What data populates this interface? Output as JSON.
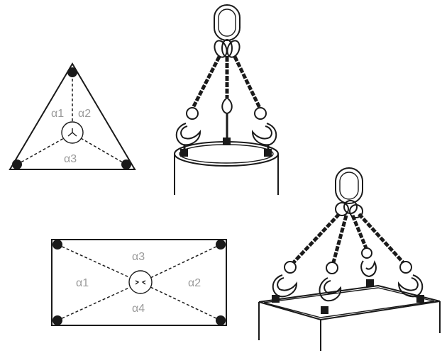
{
  "triangle": {
    "angles": [
      "α1",
      "α2",
      "α3"
    ]
  },
  "rectangle": {
    "angles": [
      "α3",
      "α1",
      "α2",
      "α4"
    ]
  },
  "icons": {
    "triangle_diagram": "three-point-lifting-layout",
    "rectangle_diagram": "four-point-lifting-layout",
    "sling_3": "three-leg-chain-sling-icon",
    "sling_4": "four-leg-chain-sling-icon"
  },
  "colors": {
    "line": "#1a1a1a",
    "label": "#9a9a9a",
    "background": "#ffffff"
  }
}
